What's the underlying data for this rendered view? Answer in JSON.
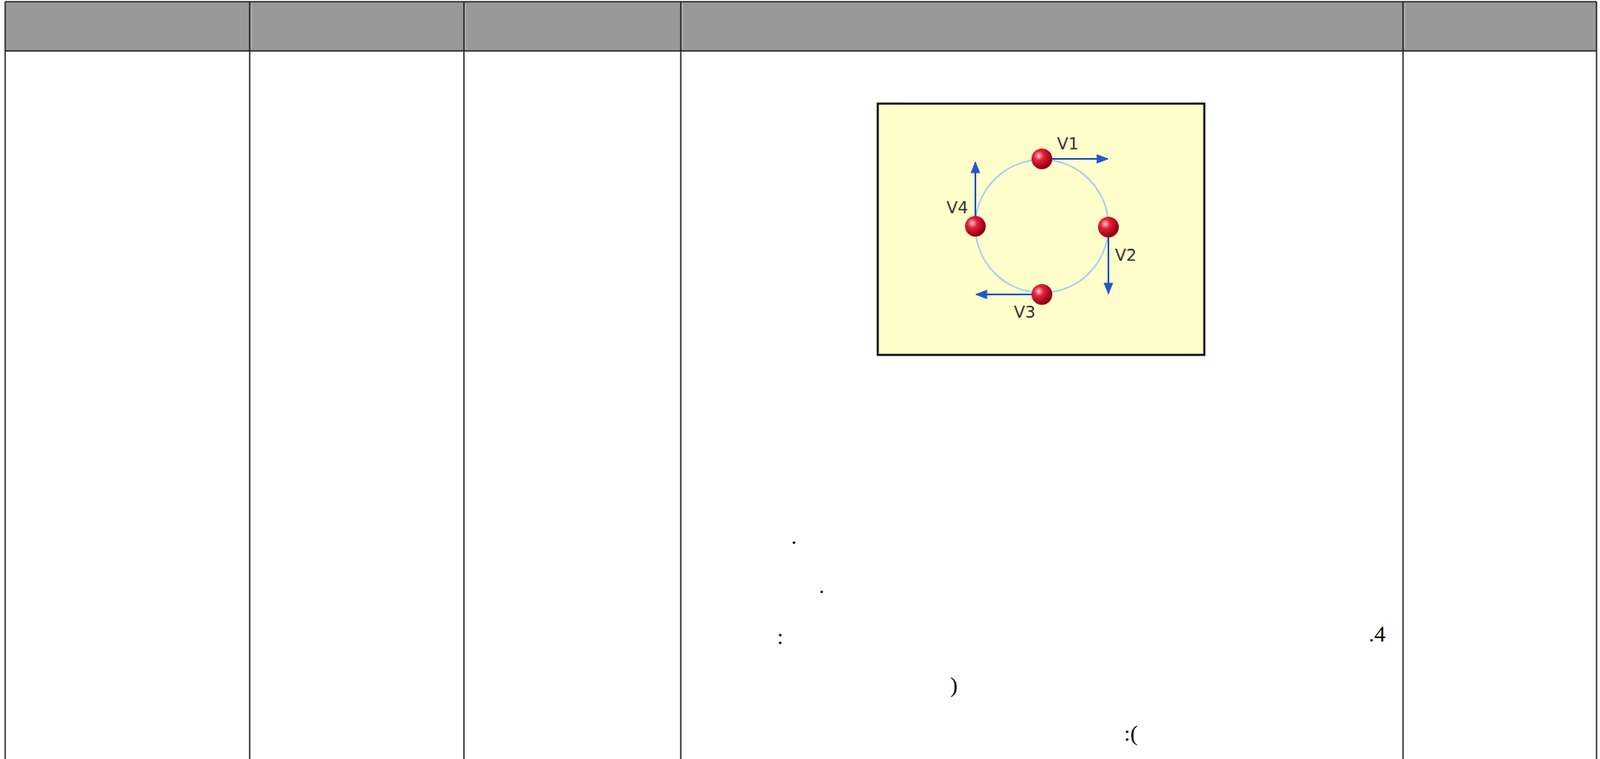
{
  "diagram": {
    "labels": [
      "V1",
      "V2",
      "V3",
      "V4",
      ".",
      ".",
      ".4",
      ":",
      ")",
      ":("
    ]
  }
}
